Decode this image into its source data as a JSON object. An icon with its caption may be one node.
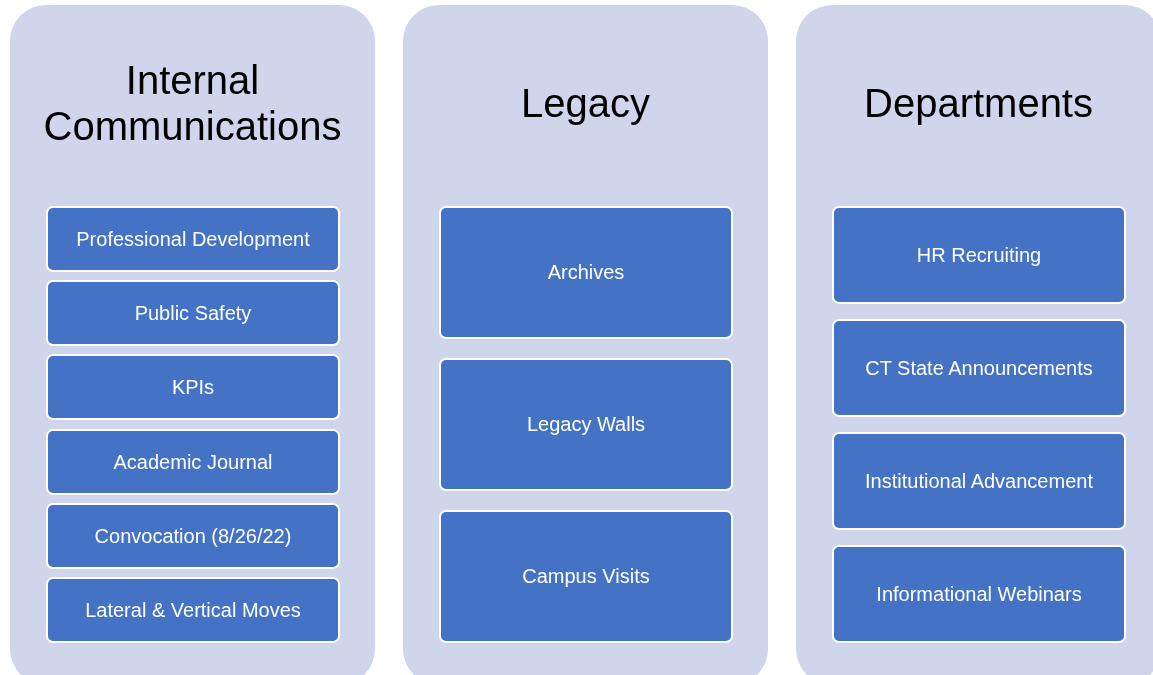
{
  "diagram": {
    "nodes": [
      {
        "text": [
          "Internal Communications"
        ]
      },
      {
        "text": [
          "Professional Development"
        ],
        "in": 0
      },
      {
        "text": [
          "Public Safety"
        ],
        "in": 0
      },
      {
        "text": [
          "KPIs"
        ],
        "in": 0
      },
      {
        "text": [
          "Academic Journal"
        ],
        "in": 0
      },
      {
        "text": [
          "Convocation (8/26/22)"
        ],
        "in": 0
      },
      {
        "text": [
          "Lateral & Vertical Moves"
        ],
        "in": 0
      },
      {
        "text": [
          "Legacy"
        ]
      },
      {
        "text": [
          "Archives"
        ],
        "in": 7
      },
      {
        "text": [
          "Legacy Walls"
        ],
        "in": 7
      },
      {
        "text": [
          "Campus Visits"
        ],
        "in": 7
      },
      {
        "text": [
          "Departments"
        ]
      },
      {
        "text": [
          "HR Recruiting"
        ],
        "in": 11
      },
      {
        "text": [
          "CT State Announcements"
        ],
        "in": 11
      },
      {
        "text": [
          "Institutional Advancement"
        ],
        "in": 11
      },
      {
        "text": [
          "Informational Webinars"
        ],
        "in": 11
      }
    ]
  }
}
